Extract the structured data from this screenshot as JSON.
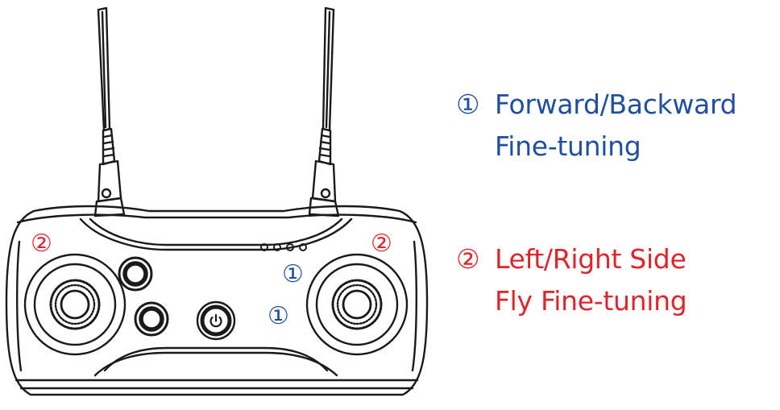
{
  "colors": {
    "blue": "#1f4f9e",
    "red": "#e0242b",
    "line": "#1a1a1a"
  },
  "icons": [
    "power-icon"
  ],
  "markers": {
    "one": "①",
    "two": "②"
  },
  "callouts": {
    "forward_backward": {
      "number": "①",
      "line1": "Forward/Backward",
      "line2": "Fine-tuning"
    },
    "left_right": {
      "number": "②",
      "line1": "Left/Right Side",
      "line2": "Fly Fine-tuning"
    }
  }
}
